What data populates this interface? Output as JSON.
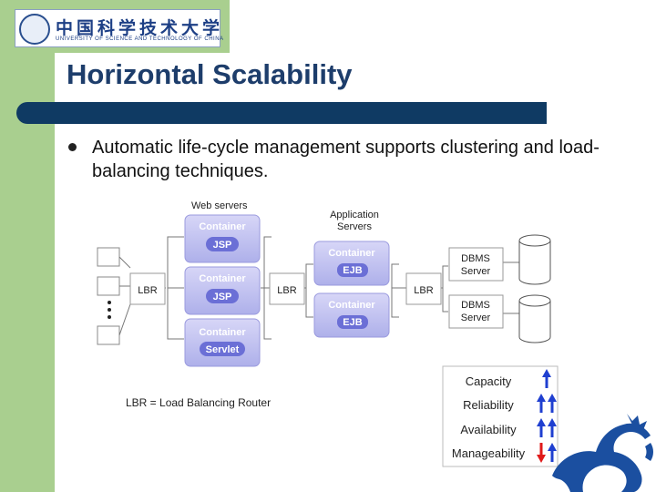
{
  "slide": {
    "title": "Horizontal Scalability",
    "bullet": "Automatic life-cycle management supports clustering and load-balancing techniques."
  },
  "logo": {
    "chinese_name": "中国科学技术大学",
    "english_name": "UNIVERSITY OF SCIENCE AND TECHNOLOGY OF CHINA"
  },
  "diagram": {
    "web_servers_label": "Web servers",
    "app_servers_label_line1": "Application",
    "app_servers_label_line2": "Servers",
    "lbr_label": "LBR",
    "container_label": "Container",
    "web_containers": [
      {
        "component": "JSP"
      },
      {
        "component": "JSP"
      },
      {
        "component": "Servlet"
      }
    ],
    "app_containers": [
      {
        "component": "EJB"
      },
      {
        "component": "EJB"
      }
    ],
    "dbms": [
      {
        "line1": "DBMS",
        "line2": "Server"
      },
      {
        "line1": "DBMS",
        "line2": "Server"
      }
    ],
    "legend_note": "LBR = Load Balancing Router",
    "qualities": [
      {
        "label": "Capacity",
        "arrows": [
          "up"
        ]
      },
      {
        "label": "Reliability",
        "arrows": [
          "up",
          "up"
        ]
      },
      {
        "label": "Availability",
        "arrows": [
          "up",
          "up"
        ]
      },
      {
        "label": "Manageability",
        "arrows": [
          "down",
          "up"
        ]
      }
    ],
    "colors": {
      "container_fill": "#c3c2f0",
      "pill_fill": "#6b6fd6",
      "up_arrow": "#1f3fd0",
      "down_arrow": "#e01a1a"
    }
  }
}
